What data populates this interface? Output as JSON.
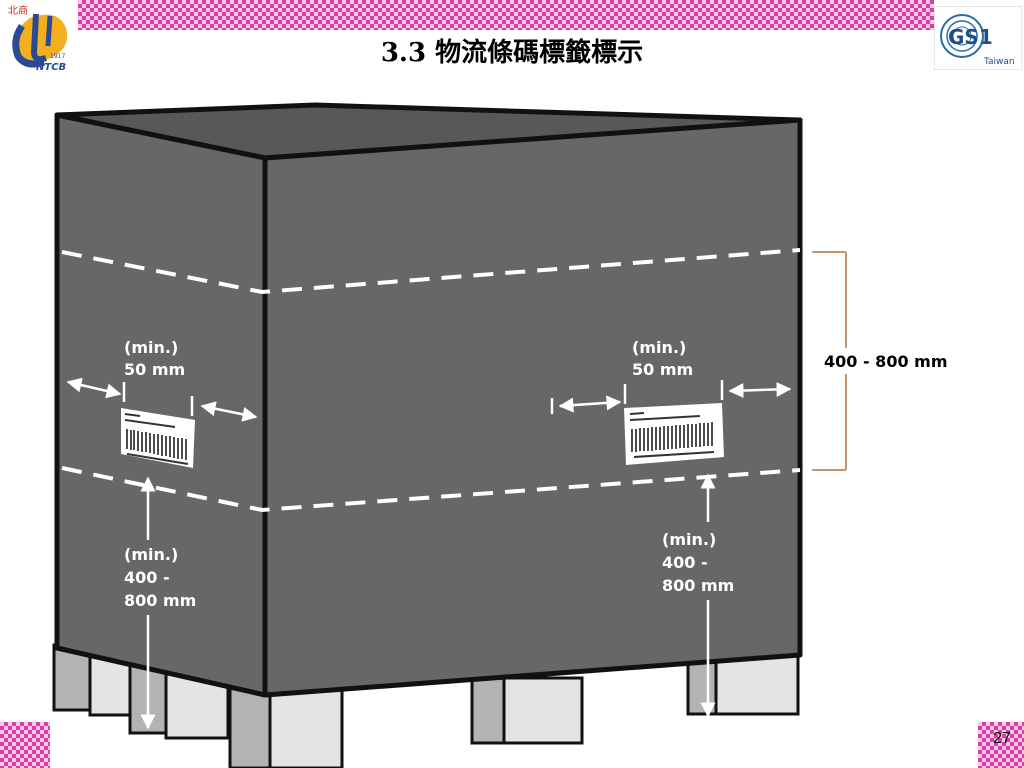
{
  "slide": {
    "title": "3.3 物流條碼標籤標示",
    "page_number": "27"
  },
  "logos": {
    "ntcb": {
      "name_cn": "北商",
      "year": "1917",
      "name_en": "NTCB"
    },
    "gs1": {
      "brand": "GS1",
      "region": "Taiwan"
    }
  },
  "diagram": {
    "side_label_distance": {
      "line1": "(min.)",
      "line2": "50 mm"
    },
    "front_label_distance": {
      "line1": "(min.)",
      "line2": "50 mm"
    },
    "band_height": "400 - 800 mm",
    "side_label_height": {
      "line1": "(min.)",
      "line2": "400 -",
      "line3": "800 mm"
    },
    "front_label_height": {
      "line1": "(min.)",
      "line2": "400 -",
      "line3": "800 mm"
    }
  },
  "colors": {
    "pallet_face": "#666666",
    "pallet_edge": "#1a1a1a",
    "dimension_bracket": "#c8956a",
    "checker_dark": "#d63fa6",
    "checker_light": "#f6c6e6"
  }
}
